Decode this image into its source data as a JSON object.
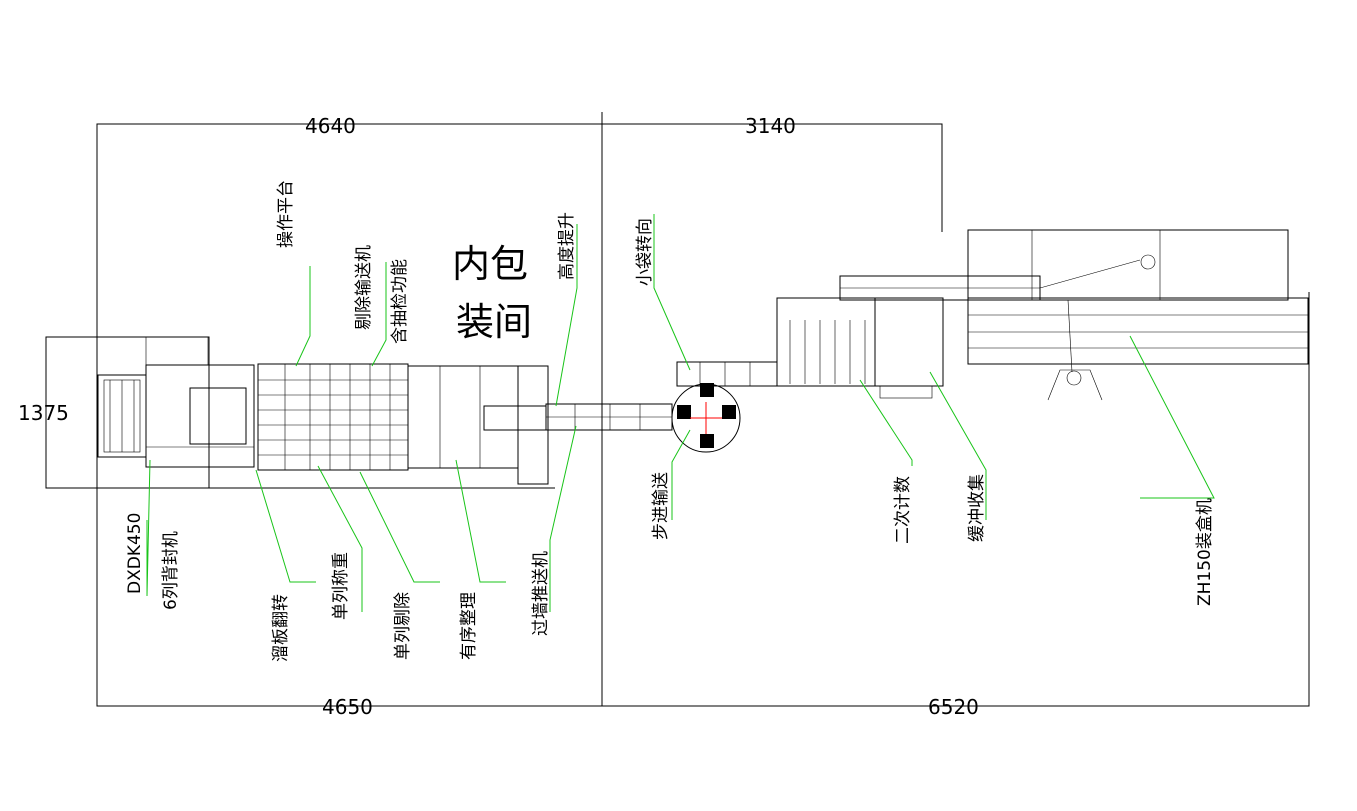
{
  "dimensions": {
    "top_left": "4640",
    "top_right": "3140",
    "bottom_left": "4650",
    "bottom_right": "6520",
    "side_width": "1375"
  },
  "room_label": {
    "line1": "内包",
    "line2": "装间"
  },
  "labels": {
    "operation_platform": "操作平台",
    "reject_conveyor": "剔除输送机",
    "includes_sampling": "含抽检功能",
    "height_lift": "高度提升",
    "small_bag_turn": "小袋转向",
    "dxdk450": "DXDK450",
    "six_column_sealer": "6列背封机",
    "slide_flip": "溜板翻转",
    "single_weigh": "单列称重",
    "single_reject": "单列剔除",
    "ordered_arrange": "有序整理",
    "wall_push_conveyor": "过墙推送机",
    "step_conveyor": "步进输送",
    "secondary_count": "二次计数",
    "buffer_collect": "缓冲收集",
    "zh150_cartoner": "ZH150装盒机"
  },
  "colors": {
    "leader_line": "#19c419",
    "line": "#000000",
    "marker": "#ff0000"
  }
}
